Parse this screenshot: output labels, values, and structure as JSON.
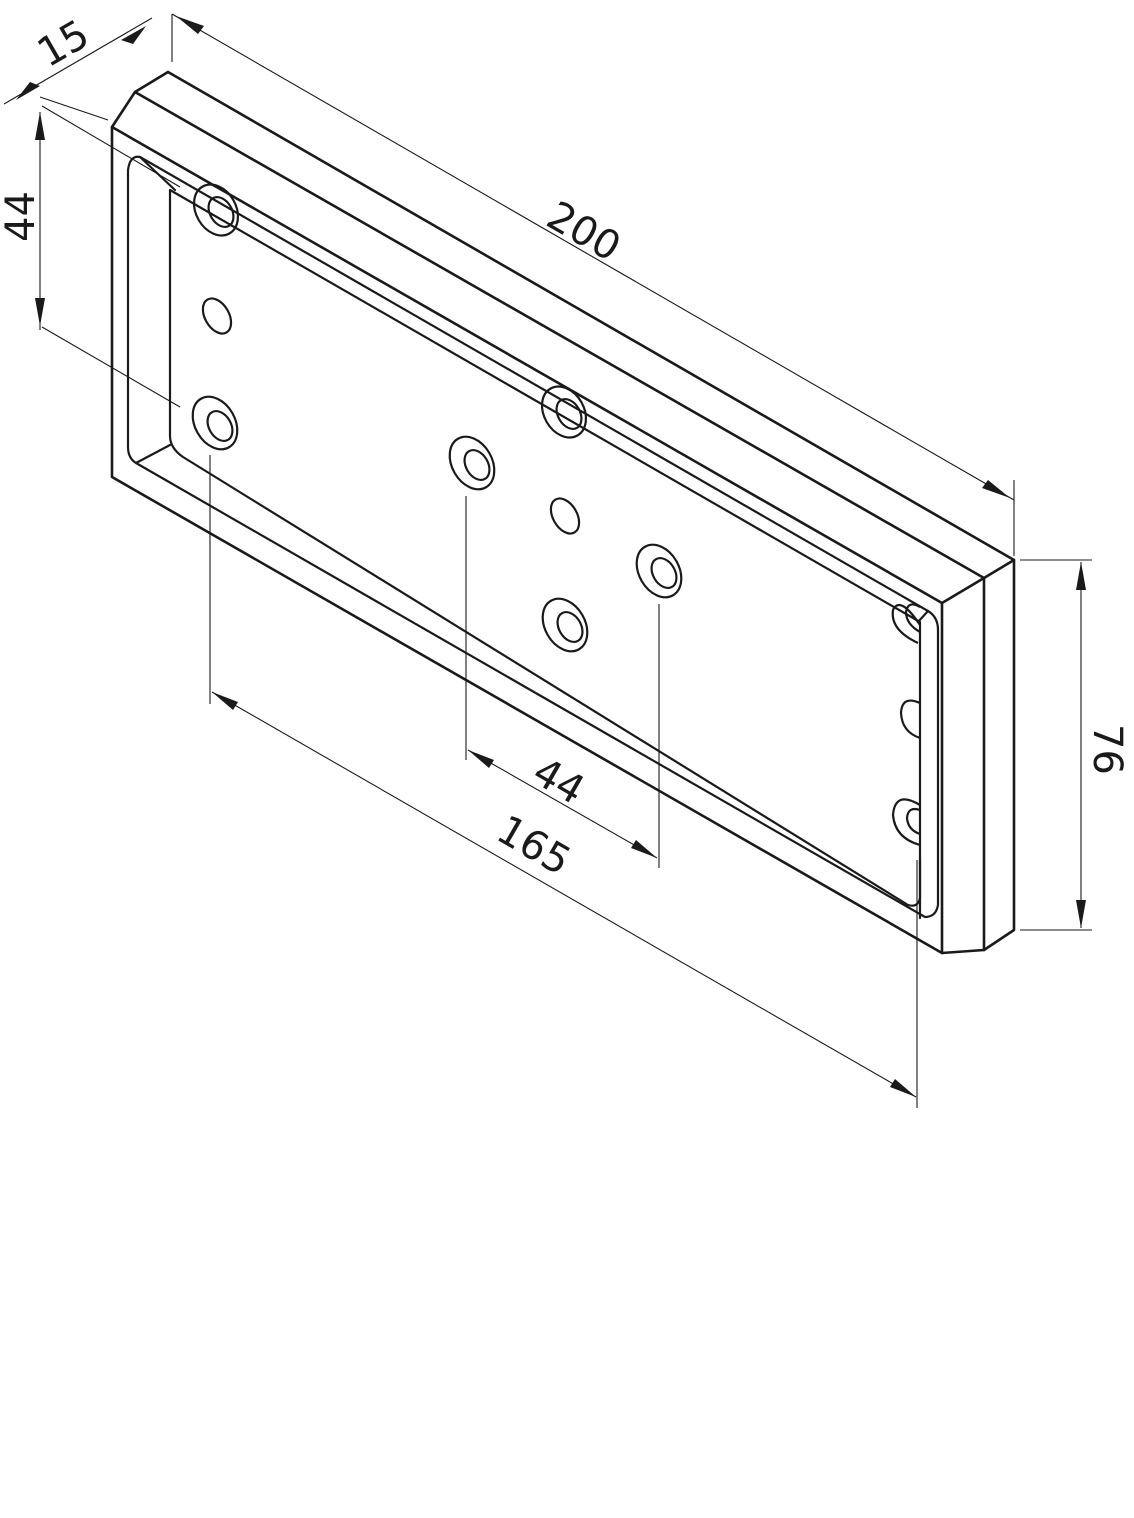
{
  "drawing": {
    "background": "#ffffff",
    "line_color": "#1a1a1a",
    "dimensions": {
      "width": "15",
      "length": "200",
      "hole_offset_vertical": "44",
      "height": "76",
      "hole_spacing": "44",
      "hole_span": "165"
    }
  }
}
